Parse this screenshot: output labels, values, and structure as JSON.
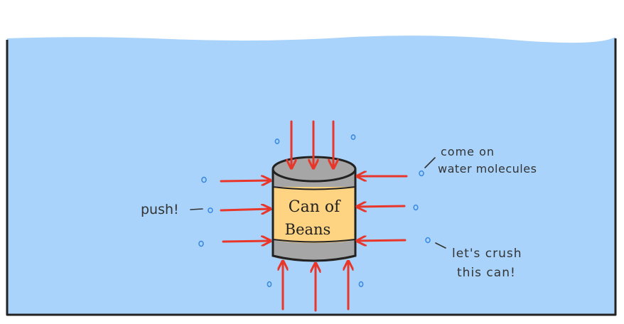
{
  "diagram": {
    "colors": {
      "water": "#a9d3fb",
      "tank_outline": "#222222",
      "can_metal": "#a6a6a6",
      "can_label": "#fed381",
      "arrow": "#e8362b",
      "bubble": "#3b8ce0"
    },
    "can": {
      "label_line1": "Can of",
      "label_line2": "Beans"
    },
    "annotations": {
      "push": "push!",
      "come_on_line1": "come on",
      "come_on_line2": "water molecules",
      "lets_crush_line1": "let's crush",
      "lets_crush_line2": "this can!"
    }
  }
}
